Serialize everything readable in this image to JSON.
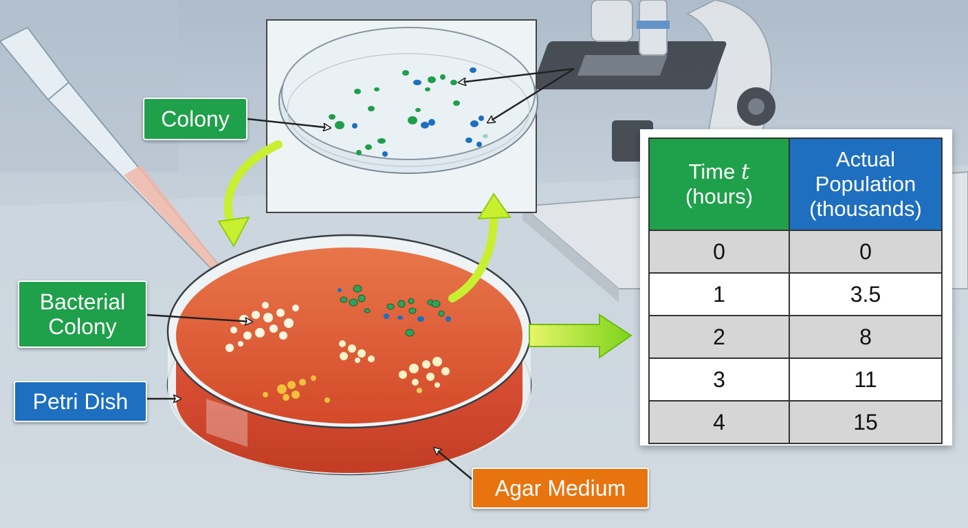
{
  "labels": {
    "colony": "Colony",
    "bacterial_colony_line1": "Bacterial",
    "bacterial_colony_line2": "Colony",
    "petri_dish": "Petri Dish",
    "agar_medium": "Agar Medium"
  },
  "table": {
    "header_time_prefix": "Time ",
    "header_time_var": "t",
    "header_time_unit": "(hours)",
    "header_pop_line1": "Actual",
    "header_pop_line2": "Population",
    "header_pop_line3": "(thousands)",
    "rows": [
      {
        "time": "0",
        "population": "0"
      },
      {
        "time": "1",
        "population": "3.5"
      },
      {
        "time": "2",
        "population": "8"
      },
      {
        "time": "3",
        "population": "11"
      },
      {
        "time": "4",
        "population": "15"
      }
    ]
  },
  "colors": {
    "label_green": "#1fa04a",
    "label_blue": "#1e6fc0",
    "label_orange": "#e8740f",
    "agar": "#e0603a",
    "arrow_green": "#8ee01c"
  }
}
